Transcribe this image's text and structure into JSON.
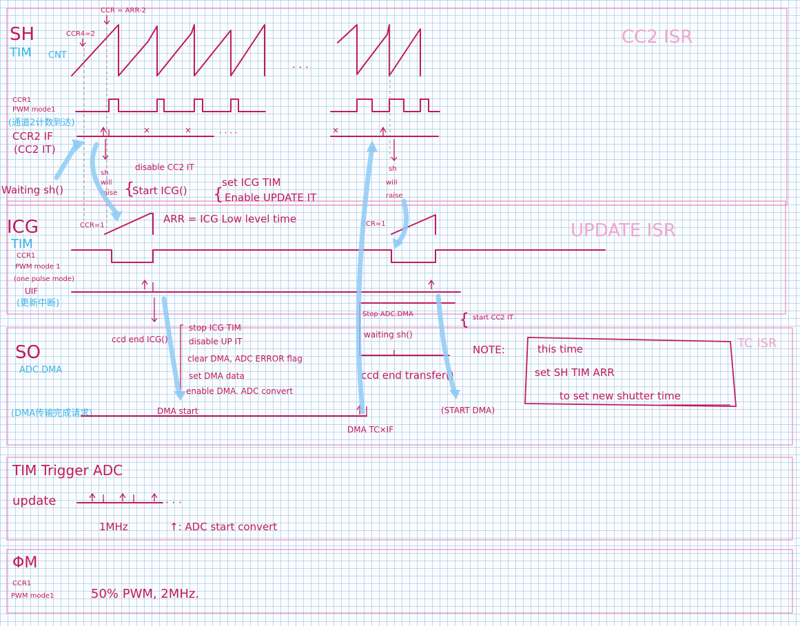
{
  "isr_labels": {
    "cc2": "CC2 ISR",
    "update": "UPDATE ISR",
    "tc": "TC ISR"
  },
  "sh": {
    "title": "SH",
    "tim": "TIM",
    "cnt": "CNT",
    "ccr_arr_note": "CCR = ARR-2",
    "ccr_note": "CCR4=2",
    "ellipsis": "· · ·",
    "ccr1": "CCR1",
    "pwm_mode": "PWM mode1",
    "channel_note": "(通道2计数到达)",
    "ccr2_if": "CCR2 IF",
    "cc2_it": "(CC2 IT)",
    "cancel_mark": "×",
    "dots": "· · · ·",
    "sh_word": "sh",
    "will_word": "will",
    "raise_word": "raise",
    "brace": "{",
    "waiting": "Waiting sh()",
    "isr": {
      "disable": "disable CC2 IT",
      "start_icg": "Start ICG()",
      "set_icg": "set ICG TIM",
      "enable_update": "Enable UPDATE IT"
    }
  },
  "icg": {
    "title": "ICG",
    "tim": "TIM",
    "ccr_note": "CCR=1",
    "arr_note": "ARR = ICG Low level time",
    "ccr1": "CCR1",
    "pwm_mode": "PWM mode 1",
    "one_pulse": "(one pulse mode)",
    "uif": "UIF",
    "update_note": "(更新中断)"
  },
  "so": {
    "title": "SO",
    "adc_dma": "ADC.DMA",
    "ccd_end_icg": "ccd end ICG()",
    "update_isr": [
      "stop ICG TIM",
      "disable UP IT",
      "clear DMA, ADC ERROR flag",
      "set DMA data",
      "enable DMA. ADC convert"
    ],
    "tc_isr": {
      "stop": "Stop ADC.DMA",
      "waiting": "waiting sh()"
    },
    "ccd_end_transfer": "ccd end transfer()",
    "start_cc2it": "start CC2 IT",
    "dma_note": "(DMA传输完成请求)",
    "dma_start": "DMA start",
    "dma_tcxif": "DMA TC×IF",
    "start_dma": "(START DMA)"
  },
  "note": {
    "label": "NOTE:",
    "lines": [
      "this time",
      "set SH TIM ARR",
      "to set new shutter time"
    ]
  },
  "tim_adc": {
    "title": "TIM Trigger ADC",
    "update": "update",
    "ellipsis": "· · ·",
    "frequency": "1MHz",
    "legend": "↑: ADC start convert"
  },
  "phim": {
    "title": "ΦM",
    "ccr1": "CCR1",
    "pwm_mode": "PWM mode1",
    "description": "50% PWM, 2MHz."
  },
  "colors": {
    "ink": "#c2195c",
    "cyan_note": "#3ab4e6",
    "flow_arrow": "#8ecbf5",
    "grid": "#78afe1"
  }
}
